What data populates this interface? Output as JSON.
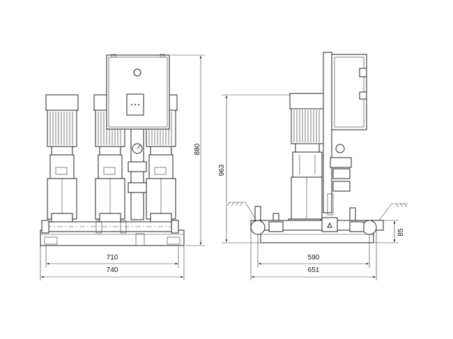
{
  "dimensions": {
    "front_width_inner": "710",
    "front_width_outer": "740",
    "front_height": "880",
    "side_height": "963",
    "side_width_inner": "590",
    "side_width_outer": "651",
    "side_inlet_height": "85"
  },
  "colors": {
    "line": "#222222",
    "background": "#ffffff"
  }
}
